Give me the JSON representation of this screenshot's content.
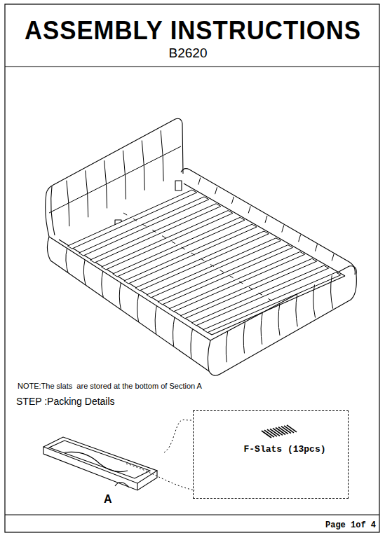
{
  "diagram": {
    "title": "ASSEMBLY INSTRUCTIONS",
    "nodes": [
      {
        "text": [
          "A"
        ]
      },
      {
        "text": [
          "F-Slats (13pcs)"
        ]
      }
    ],
    "edges": [
      {
        "from": 0,
        "to": 1,
        "arrow": "none"
      }
    ],
    "labels": [
      "B2620",
      "NOTE:The slats  are stored at the bottom of Section A",
      "STEP :Packing Details",
      "Page 1of 4"
    ]
  }
}
